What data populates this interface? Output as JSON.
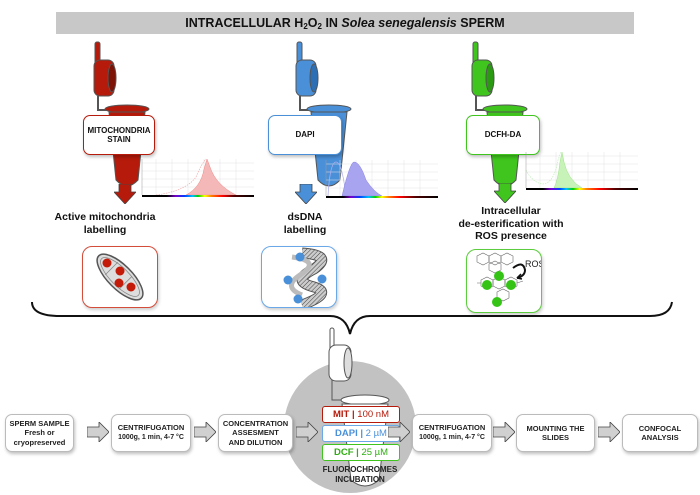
{
  "title": {
    "prefix": "INTRACELLULAR H",
    "sub1": "2",
    "mid": "O",
    "sub2": "2",
    "after": " IN ",
    "species": "Solea senegalensis",
    "suffix": " SPERM"
  },
  "colors": {
    "mitochondria": "#b51a0a",
    "dapi": "#4a90d9",
    "dcf": "#3fc51d",
    "title_bg": "#c8c8c8",
    "incubation_circle": "#c2c2c2"
  },
  "probes": [
    {
      "tube_label": "MITOCHONDRIA STAIN",
      "tube_label_line1": "MITOCHONDRIA",
      "tube_label_line2": "STAIN",
      "caption_line1": "Active mitochondria",
      "caption_line2": "labelling",
      "icon": "mitochondrion-icon"
    },
    {
      "tube_label": "DAPI",
      "caption_line1": "dsDNA",
      "caption_line2": "labelling",
      "icon": "dna-helix-icon"
    },
    {
      "tube_label": "DCFH-DA",
      "caption_line1": "Intracellular",
      "caption_line2": "de-esterification with",
      "caption_line3": "ROS presence",
      "icon": "dcf-molecule-icon",
      "ros_label": "ROS"
    }
  ],
  "incubation": {
    "concentrations": [
      {
        "name": "MIT",
        "value": "100 nM"
      },
      {
        "name": "DAPI",
        "value": "2 µM"
      },
      {
        "name": "DCF",
        "value": "25 µM"
      }
    ],
    "label_line1": "FLUOROCHROMES",
    "label_line2": "INCUBATION"
  },
  "workflow": [
    {
      "line1": "SPERM SAMPLE",
      "line2": "Fresh or",
      "line3": "cryopreserved"
    },
    {
      "line1": "CENTRIFUGATION",
      "line2": "1000g, 1 min, 4-7 °C"
    },
    {
      "line1": "CONCENTRATION",
      "line2": "ASSESMENT",
      "line3": "AND DILUTION"
    },
    {
      "line1": "CENTRIFUGATION",
      "line2": "1000g, 1 min, 4-7 °C"
    },
    {
      "line1": "MOUNTING THE",
      "line2": "SLIDES"
    },
    {
      "line1": "CONFOCAL",
      "line2": "ANALYSIS"
    }
  ]
}
